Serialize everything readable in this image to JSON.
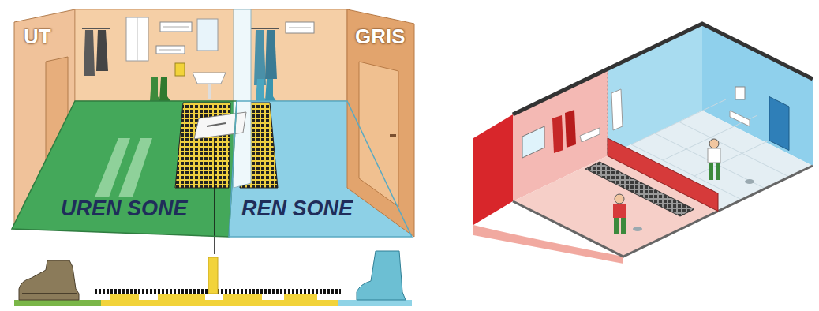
{
  "diagram": {
    "nodes": [
      {
        "text": [
          "UREN SONE"
        ]
      },
      {
        "text": [
          "REN SONE"
        ]
      }
    ],
    "labels": [
      "UT",
      "GRIS"
    ]
  }
}
